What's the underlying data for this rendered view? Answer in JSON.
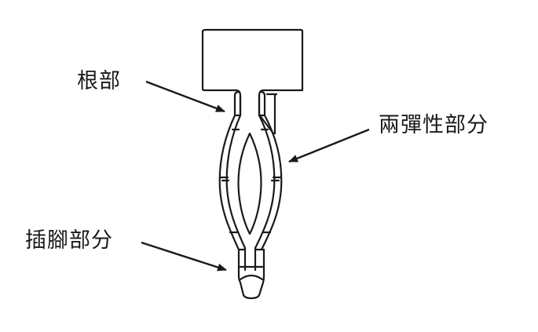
{
  "labels": {
    "root": "根部",
    "spring": "兩彈性部分",
    "pin": "插腳部分"
  },
  "colors": {
    "stroke": "#1a1a1a",
    "background": "#ffffff"
  }
}
